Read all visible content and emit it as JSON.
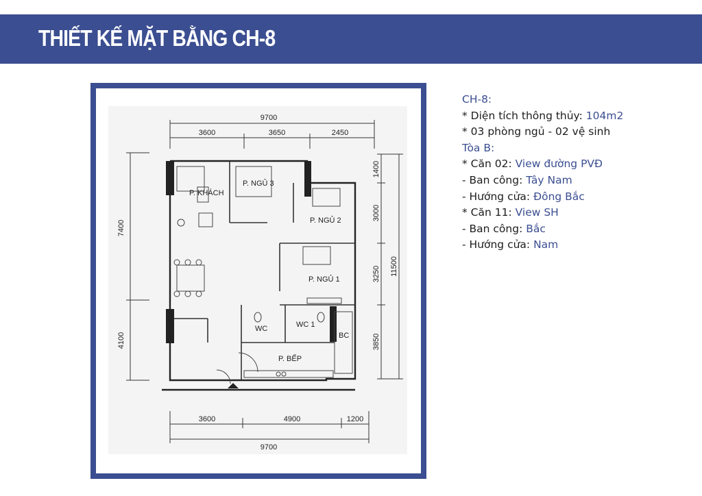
{
  "header": {
    "title": "THIẾT KẾ MẶT BẰNG  CH-8"
  },
  "plan": {
    "dims_top": {
      "total": "9700",
      "a": "3600",
      "b": "3650",
      "c": "2450"
    },
    "dims_bottom": {
      "total": "9700",
      "a": "3600",
      "b": "4900",
      "c": "1200"
    },
    "dims_left": {
      "a": "7400",
      "b": "4100"
    },
    "dims_right": {
      "a": "1400",
      "b": "3000",
      "c": "3250",
      "d": "3850",
      "total": "11500"
    },
    "rooms": {
      "khach": "P. KHÁCH",
      "ngu3": "P. NGỦ 3",
      "ngu2": "P. NGỦ 2",
      "ngu1": "P. NGỦ 1",
      "wc": "WC",
      "wc1": "WC 1",
      "bc": "BC",
      "bep": "P. BẾP"
    }
  },
  "info": {
    "heading": "CH-8:",
    "area_label": "* Diện tích thông thủy: ",
    "area_value": "104m2",
    "rooms_line": "* 03 phòng ngủ - 02 vệ sinh",
    "tower": "Tòa B:",
    "unit1_label": "* Căn 02: ",
    "unit1_value": "View đường PVĐ",
    "unit1_balcony_label": "- Ban công: ",
    "unit1_balcony_value": "Tây Nam",
    "unit1_door_label": "- Hướng cửa: ",
    "unit1_door_value": "Đông Bắc",
    "unit2_label": "* Căn 11: ",
    "unit2_value": "View SH",
    "unit2_balcony_label": "- Ban công: ",
    "unit2_balcony_value": "Bắc",
    "unit2_door_label": "- Hướng cửa: ",
    "unit2_door_value": "Nam"
  }
}
